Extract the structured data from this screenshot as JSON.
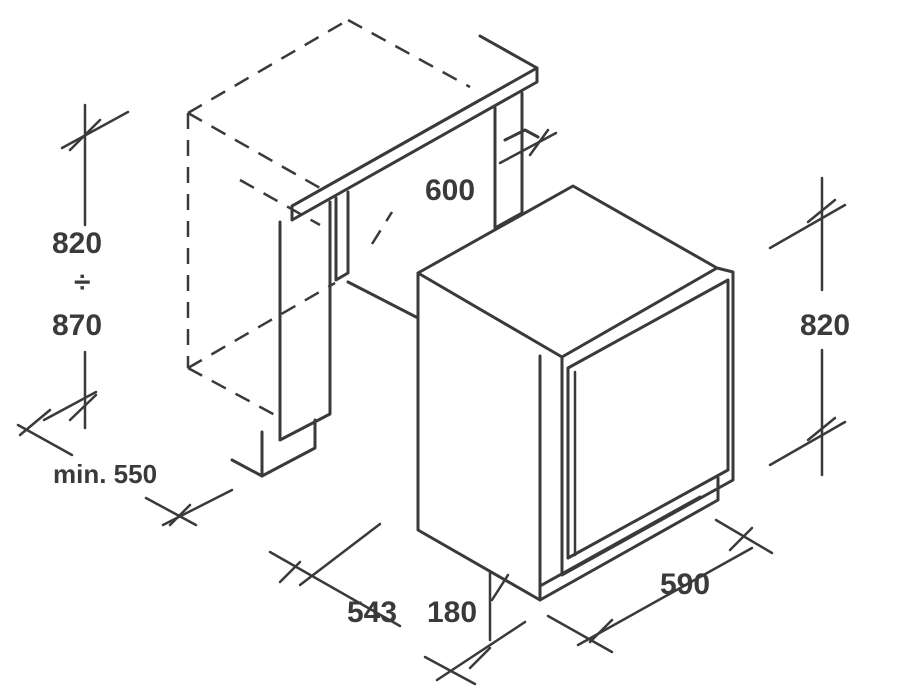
{
  "dimensions": {
    "niche_height_min": "820",
    "range_separator": "÷",
    "niche_height_max": "870",
    "niche_depth_min": "min. 550",
    "niche_width": "600",
    "appliance_height": "820",
    "appliance_depth": "543",
    "door_offset": "180",
    "appliance_width": "590"
  }
}
